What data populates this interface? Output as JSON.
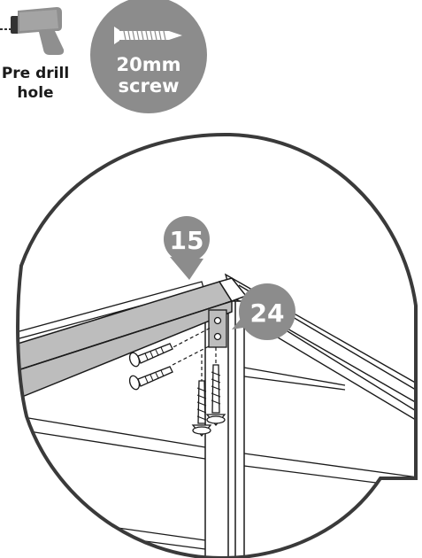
{
  "tools": {
    "predrill": {
      "line1": "Pre drill",
      "line2": "hole",
      "icon": "drill-icon"
    },
    "screw": {
      "line1": "20mm",
      "line2": "screw",
      "icon": "screw-icon"
    }
  },
  "callouts": {
    "part_a": "15",
    "part_b": "24"
  },
  "colors": {
    "badge_gray": "#8c8c8c",
    "light_gray": "#bdbdbd",
    "line": "#1a1a1a"
  }
}
